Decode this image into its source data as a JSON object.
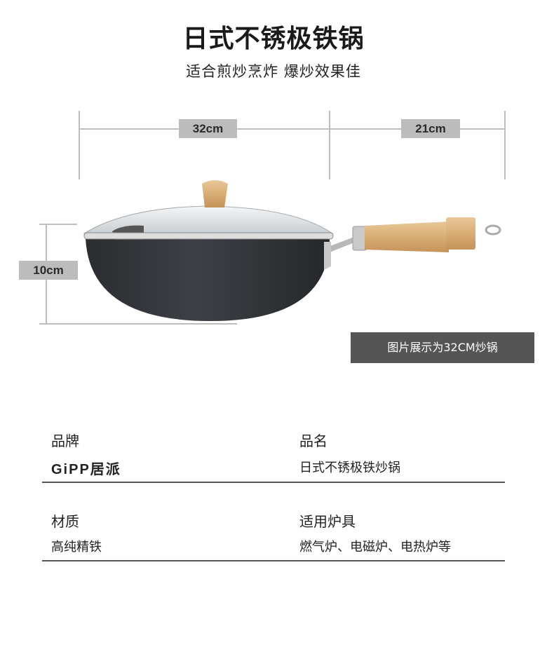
{
  "header": {
    "title": "日式不锈极铁锅",
    "subtitle": "适合煎炒烹炸  爆炒效果佳"
  },
  "dimensions": {
    "diameter": "32cm",
    "handle_length": "21cm",
    "height": "10cm"
  },
  "caption": "图片展示为32CM炒锅",
  "specs": [
    {
      "label": "品牌",
      "value": "GiPP居派"
    },
    {
      "label": "品名",
      "value": "日式不锈极铁炒锅"
    },
    {
      "label": "材质",
      "value": "高纯精铁"
    },
    {
      "label": "适用炉具",
      "value": "燃气炉、电磁炉、电热炉等"
    }
  ],
  "colors": {
    "caption_bg": "#555555",
    "dim_label_bg": "#bcbcbc",
    "rule": "#555555"
  }
}
